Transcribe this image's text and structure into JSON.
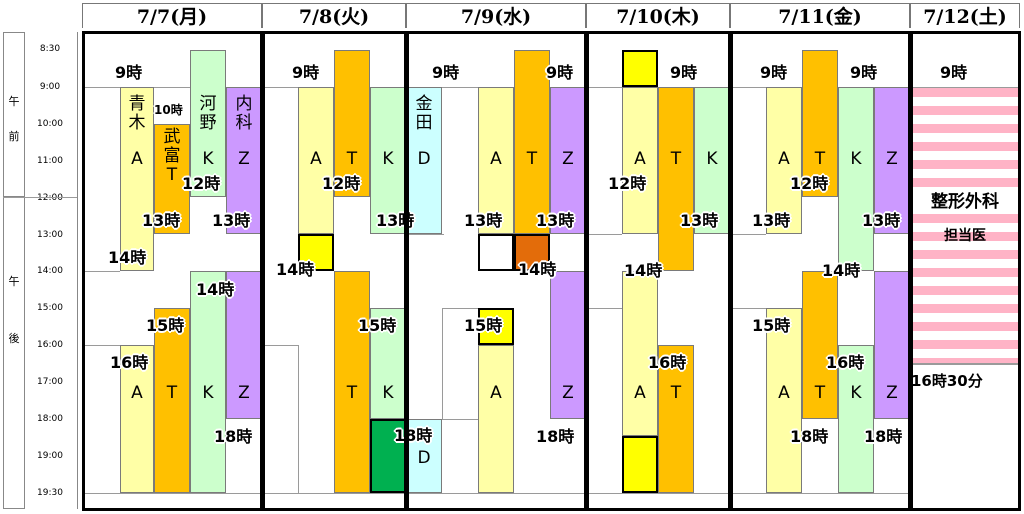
{
  "days": [
    {
      "label": "7/7(月)"
    },
    {
      "label": "7/8(火)"
    },
    {
      "label": "7/9(水)"
    },
    {
      "label": "7/10(木)"
    },
    {
      "label": "7/11(金)"
    },
    {
      "label": "7/12(土)"
    }
  ],
  "ampm": {
    "am": [
      "午",
      "前"
    ],
    "pm": [
      "午",
      "後"
    ]
  },
  "times": [
    "8:30",
    "9:00",
    "10:00",
    "11:00",
    "12:00",
    "13:00",
    "14:00",
    "15:00",
    "16:00",
    "17:00",
    "18:00",
    "19:00",
    "19:30"
  ],
  "doctor_codes": {
    "A": "A",
    "T": "T",
    "K": "K",
    "Z": "Z",
    "D": "D"
  },
  "doctors": {
    "aoki": "青木",
    "taketomi": "武富",
    "kono": "河野",
    "naika": "内科",
    "kaneda": "金田"
  },
  "hours": {
    "h9": "9時",
    "h10": "10時",
    "h12": "12時",
    "h13": "13時",
    "h14": "14時",
    "h15": "15時",
    "h16": "16時",
    "h18": "18時",
    "h1630": "16時30分"
  },
  "saturday": {
    "dept": "整形外科",
    "note": "担当医"
  }
}
